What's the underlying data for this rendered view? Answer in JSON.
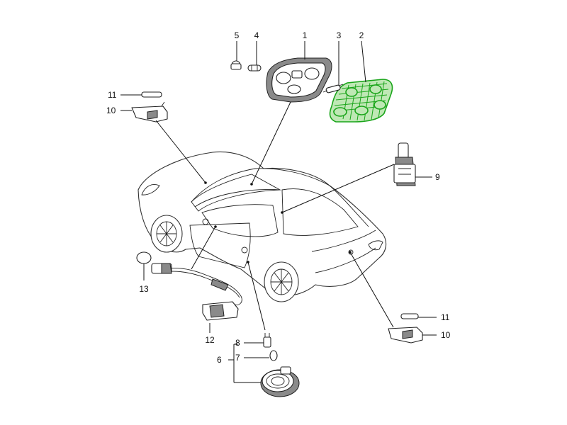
{
  "callouts": {
    "c1": "1",
    "c2": "2",
    "c3": "3",
    "c4": "4",
    "c5": "5",
    "c6": "6",
    "c7": "7",
    "c8": "8",
    "c9": "9",
    "c10a": "10",
    "c10b": "10",
    "c11a": "11",
    "c11b": "11",
    "c12": "12",
    "c13": "13"
  },
  "highlighted_part": "2",
  "colors": {
    "highlight_stroke": "#1aa51a",
    "highlight_fill": "#bfe8b5",
    "line": "#222222"
  }
}
